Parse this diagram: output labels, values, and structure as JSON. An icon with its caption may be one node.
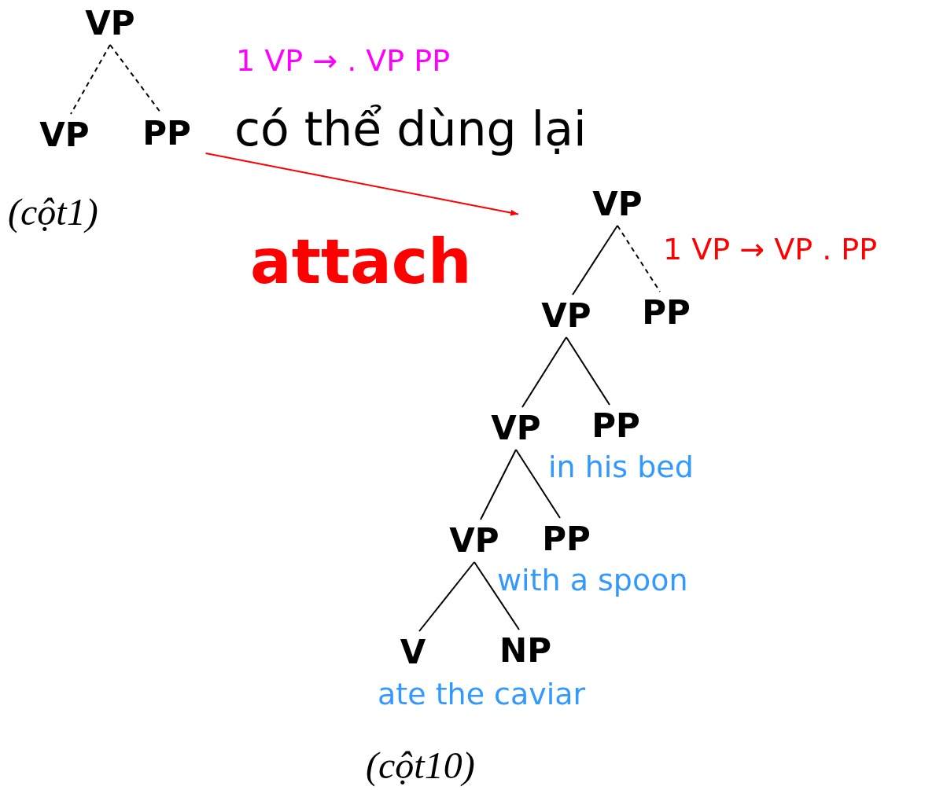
{
  "diagram": {
    "nodes": [
      {
        "text": [
          "VP"
        ]
      },
      {
        "text": [
          "VP"
        ]
      },
      {
        "text": [
          "PP"
        ]
      },
      {
        "text": [
          "VP"
        ]
      },
      {
        "text": [
          "VP"
        ]
      },
      {
        "text": [
          "PP"
        ]
      },
      {
        "text": [
          "VP"
        ]
      },
      {
        "text": [
          "PP"
        ]
      },
      {
        "text": [
          "VP"
        ]
      },
      {
        "text": [
          "PP"
        ]
      },
      {
        "text": [
          "V"
        ]
      },
      {
        "text": [
          "NP"
        ]
      }
    ],
    "edges": [
      {
        "from": 0,
        "to": 1,
        "arrow": "none",
        "style": "dashed"
      },
      {
        "from": 0,
        "to": 2,
        "arrow": "none",
        "style": "dashed"
      },
      {
        "from": 2,
        "to": 3,
        "arrow": "to",
        "color": "#ff0000"
      },
      {
        "from": 3,
        "to": 4,
        "arrow": "none"
      },
      {
        "from": 3,
        "to": 5,
        "arrow": "none",
        "style": "dashed"
      },
      {
        "from": 4,
        "to": 6,
        "arrow": "none"
      },
      {
        "from": 4,
        "to": 7,
        "arrow": "none"
      },
      {
        "from": 6,
        "to": 8,
        "arrow": "none"
      },
      {
        "from": 6,
        "to": 9,
        "arrow": "none"
      },
      {
        "from": 8,
        "to": 10,
        "arrow": "none"
      },
      {
        "from": 8,
        "to": 11,
        "arrow": "none"
      }
    ],
    "labels": [
      "1 VP → . VP PP",
      "có thể dùng lại",
      "(cột1)",
      "attach",
      "1 VP → VP . PP",
      "in his bed",
      "with a spoon",
      "ate the caviar",
      "(cột10)"
    ]
  }
}
